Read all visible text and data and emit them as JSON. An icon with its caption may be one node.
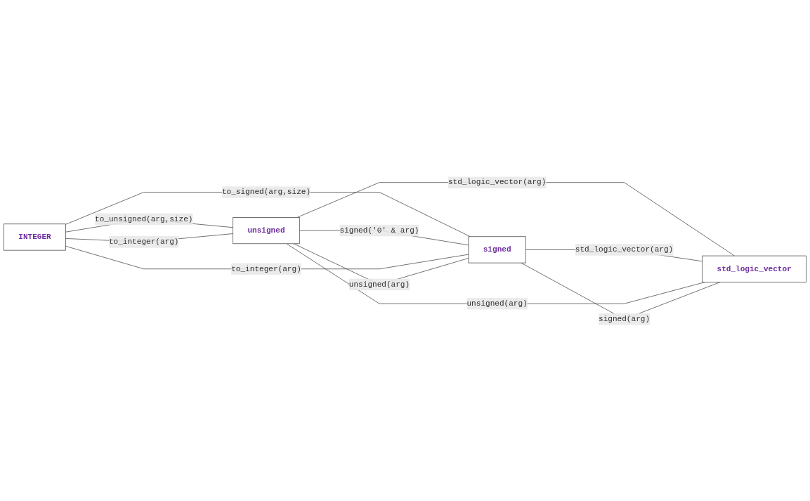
{
  "diagram": {
    "nodes": [
      {
        "text": [
          "INTEGER"
        ]
      },
      {
        "text": [
          "unsigned"
        ]
      },
      {
        "text": [
          "signed"
        ]
      },
      {
        "text": [
          "std_logic_vector"
        ]
      }
    ],
    "edges": [
      {
        "from": 0,
        "to": 1,
        "arrow": "none",
        "label": "to_unsigned(arg,size)"
      },
      {
        "from": 1,
        "to": 0,
        "arrow": "none",
        "label": "to_integer(arg)"
      },
      {
        "from": 2,
        "to": 0,
        "arrow": "none",
        "label": "to_integer(arg)"
      },
      {
        "from": 0,
        "to": 2,
        "arrow": "none",
        "label": "to_signed(arg,size)"
      },
      {
        "from": 1,
        "to": 2,
        "arrow": "none",
        "label": "signed('0' & arg)"
      },
      {
        "from": 2,
        "to": 1,
        "arrow": "none",
        "label": "unsigned(arg)"
      },
      {
        "from": 3,
        "to": 1,
        "arrow": "none",
        "label": "unsigned(arg)"
      },
      {
        "from": 1,
        "to": 3,
        "arrow": "none",
        "label": "std_logic_vector(arg)"
      },
      {
        "from": 2,
        "to": 3,
        "arrow": "none",
        "label": "std_logic_vector(arg)"
      },
      {
        "from": 3,
        "to": 2,
        "arrow": "none",
        "label": "signed(arg)"
      }
    ]
  }
}
